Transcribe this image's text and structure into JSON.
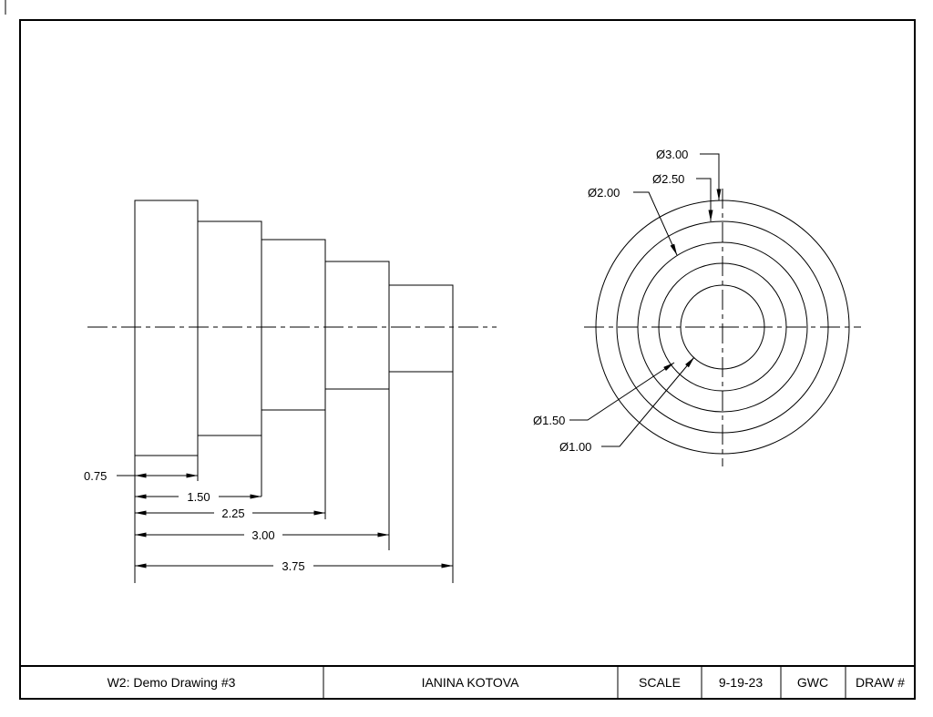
{
  "title_block": {
    "drawing_title": "W2: Demo Drawing #3",
    "author": "IANINA KOTOVA",
    "scale_label": "SCALE",
    "date": "9-19-23",
    "initials": "GWC",
    "draw_number_label": "DRAW #"
  },
  "side_view": {
    "dimensions": [
      "0.75",
      "1.50",
      "2.25",
      "3.00",
      "3.75"
    ]
  },
  "end_view": {
    "diameters": [
      "Ø3.00",
      "Ø2.50",
      "Ø2.00",
      "Ø1.50",
      "Ø1.00"
    ]
  }
}
